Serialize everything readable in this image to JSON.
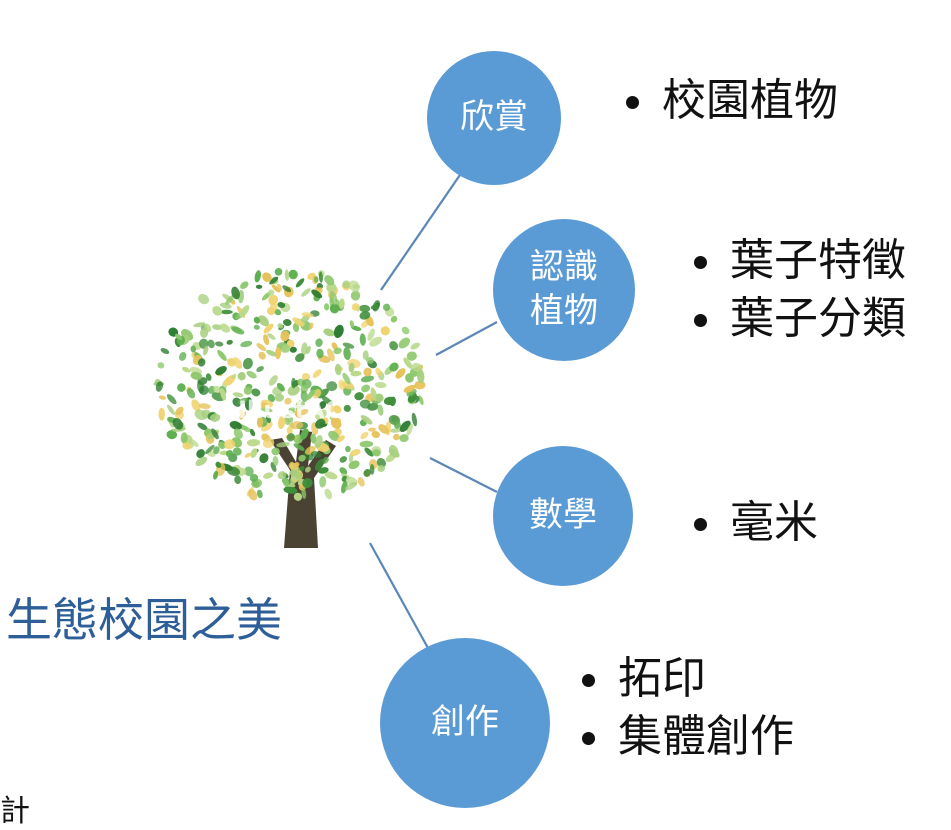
{
  "title": "生態校園之美",
  "nodes": [
    {
      "label_lines": [
        "欣賞"
      ],
      "bullets": [
        "校園植物"
      ]
    },
    {
      "label_lines": [
        "認識",
        "植物"
      ],
      "bullets": [
        "葉子特徵",
        "葉子分類"
      ]
    },
    {
      "label_lines": [
        "數學"
      ],
      "bullets": [
        "毫米"
      ]
    },
    {
      "label_lines": [
        "創作"
      ],
      "bullets": [
        "拓印",
        "集體創作"
      ]
    }
  ],
  "watermark": "IllustAC",
  "corner_text": "計",
  "colors": {
    "node": "#5B9BD5",
    "title": "#2E5E98",
    "connector": "#5B87B8",
    "trunk": "#4A4232"
  }
}
